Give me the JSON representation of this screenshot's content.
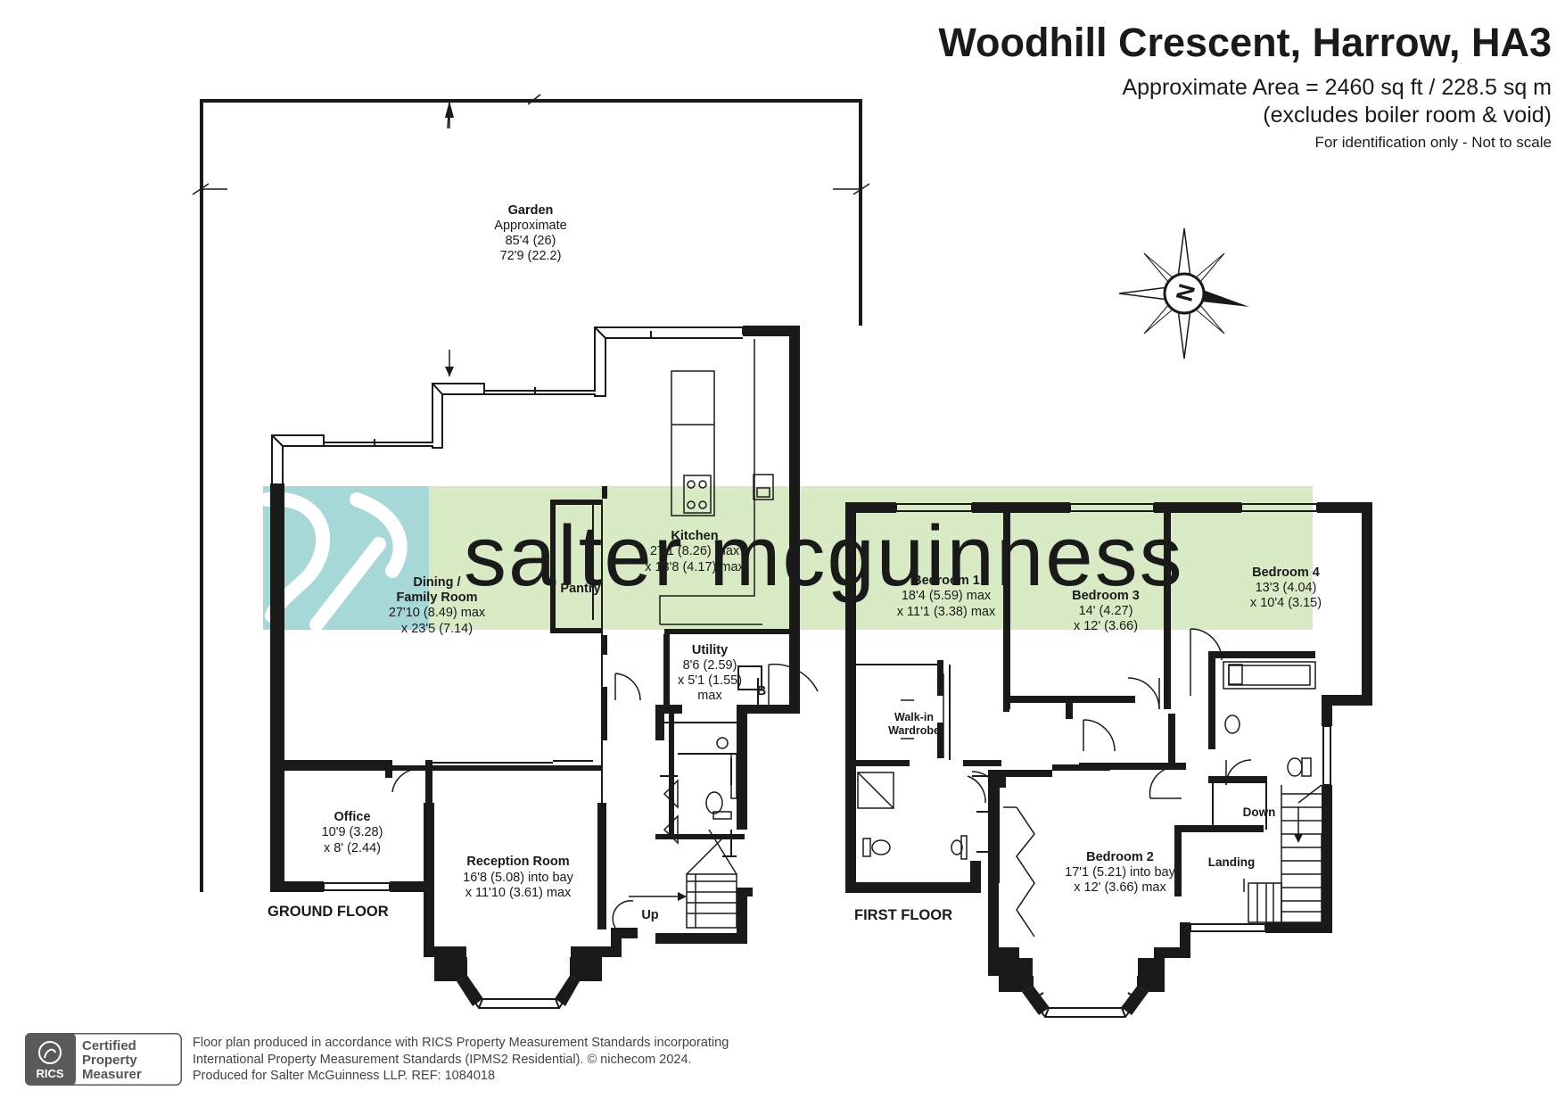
{
  "header": {
    "title": "Woodhill Crescent, Harrow, HA3",
    "area": "Approximate Area = 2460 sq ft / 228.5 sq m",
    "exclusions": "(excludes boiler room & void)",
    "disclaimer": "For identification only - Not to scale"
  },
  "watermark": {
    "text": "salter mcguinness",
    "color": "#d8ebc4",
    "logo_color": "#a6d8d8"
  },
  "compass": {
    "label": "N"
  },
  "floors": {
    "ground": "GROUND FLOOR",
    "first": "FIRST FLOOR"
  },
  "rooms": {
    "garden": {
      "name": "Garden",
      "l1": "Approximate",
      "l2": "85'4 (26)",
      "l3": "72'9 (22.2)"
    },
    "kitchen": {
      "name": "Kitchen",
      "l1": "27'1 (8.26) max",
      "l2": "x 13'8 (4.17) max"
    },
    "pantry": {
      "name": "Pantry"
    },
    "dining": {
      "name1": "Dining /",
      "name2": "Family Room",
      "l1": "27'10 (8.49) max",
      "l2": "x 23'5 (7.14)"
    },
    "utility": {
      "name": "Utility",
      "l1": "8'6 (2.59)",
      "l2": "x 5'1 (1.55)",
      "l3": "max"
    },
    "boiler": {
      "name": "B"
    },
    "office": {
      "name": "Office",
      "l1": "10'9 (3.28)",
      "l2": "x 8' (2.44)"
    },
    "reception": {
      "name": "Reception Room",
      "l1": "16'8 (5.08) into bay",
      "l2": "x 11'10 (3.61) max"
    },
    "stairs_up": {
      "name": "Up"
    },
    "bedroom1": {
      "name": "Bedroom 1",
      "l1": "18'4 (5.59) max",
      "l2": "x 11'1 (3.38) max"
    },
    "bedroom3": {
      "name": "Bedroom 3",
      "l1": "14' (4.27)",
      "l2": "x 12' (3.66)"
    },
    "bedroom4": {
      "name": "Bedroom 4",
      "l1": "13'3 (4.04)",
      "l2": "x 10'4 (3.15)"
    },
    "wardrobe": {
      "name1": "Walk-in",
      "name2": "Wardrobe"
    },
    "bedroom2": {
      "name": "Bedroom 2",
      "l1": "17'1 (5.21) into bay",
      "l2": "x 12' (3.66) max"
    },
    "landing": {
      "name": "Landing"
    },
    "stairs_down": {
      "name": "Down"
    }
  },
  "footer": {
    "rics_line1": "Certified",
    "rics_line2": "Property",
    "rics_line3": "Measurer",
    "rics_abbr": "RICS",
    "line1": "Floor plan produced in accordance with RICS Property Measurement Standards incorporating",
    "line2": "International Property Measurement Standards (IPMS2 Residential).   © nichecom 2024.",
    "line3": "Produced for Salter McGuinness LLP.   REF:  1084018"
  }
}
